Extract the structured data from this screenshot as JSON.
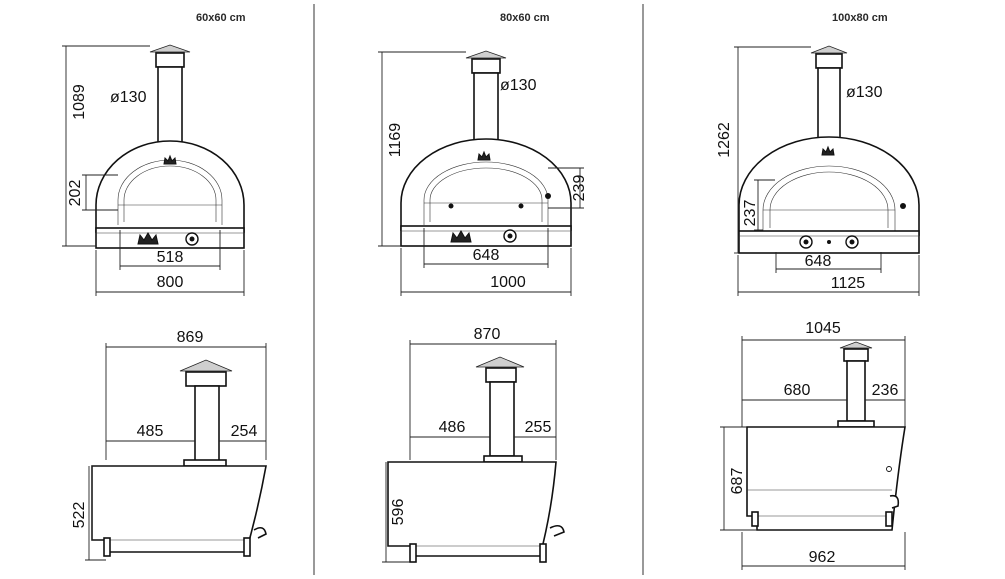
{
  "models": [
    {
      "size": "60x60 cm",
      "front": {
        "height": "1089",
        "flue": "ø130",
        "mouth_height": "202",
        "mouth_width": "518",
        "width": "800"
      },
      "side": {
        "depth": "869",
        "back_to_flue": "485",
        "flue_to_front": "254",
        "height": "522"
      }
    },
    {
      "size": "80x60 cm",
      "front": {
        "height": "1169",
        "flue": "ø130",
        "mouth_height": "239",
        "mouth_width": "648",
        "width": "1000"
      },
      "side": {
        "depth": "870",
        "back_to_flue": "486",
        "flue_to_front": "255",
        "height": "596"
      }
    },
    {
      "size": "100x80 cm",
      "front": {
        "height": "1262",
        "flue": "ø130",
        "mouth_height": "237",
        "mouth_width": "648",
        "width": "1125"
      },
      "side": {
        "depth": "1045",
        "back_to_flue": "680",
        "flue_to_front": "236",
        "height": "687",
        "base_width": "962"
      }
    }
  ],
  "icons": {
    "logo": "crown-logo-icon",
    "knob": "gas-knob-icon"
  }
}
